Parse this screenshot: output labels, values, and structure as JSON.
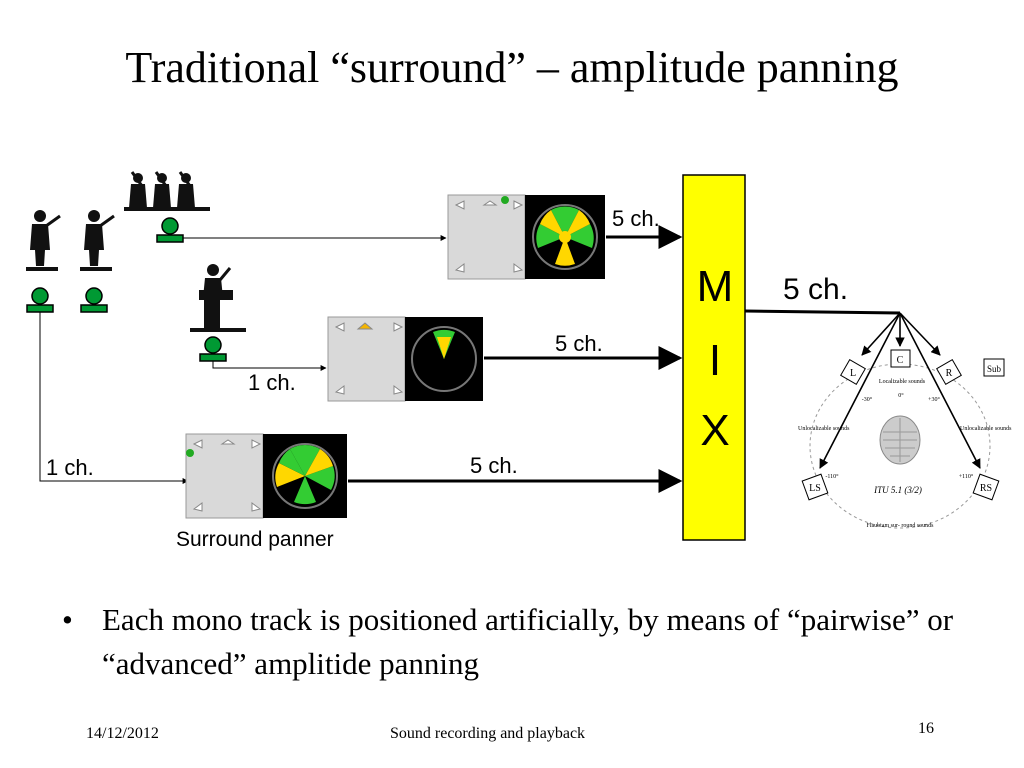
{
  "slide": {
    "title": "Traditional “surround” – amplitude panning",
    "mix_letters": [
      "M",
      "I",
      "X"
    ],
    "labels": {
      "out_top": "5 ch.",
      "out_mid": "5 ch.",
      "out_bottom": "5 ch.",
      "in_mid": "1 ch.",
      "in_bottom": "1 ch.",
      "mix_out": "5 ch.",
      "panner_caption": "Surround panner"
    },
    "speaker_layout": {
      "speakers": [
        "L",
        "C",
        "R",
        "Sub",
        "LS",
        "RS"
      ],
      "texts": {
        "localizable": "Localizable sounds",
        "unlocalizable_left": "Unlocalizable sounds",
        "unlocalizable_right": "Unlocalizable sounds",
        "ambient": "Flaubtam sur- round sounds",
        "caption": "ITU 5.1 (3/2)"
      },
      "angles": {
        "center": "0°",
        "left": "-30°",
        "right": "+30°",
        "left_surround": "-110°",
        "right_surround": "+110°"
      }
    },
    "bullet": "Each mono track is positioned artificially, by means of “pairwise” or “advanced” amplitide panning",
    "footer": {
      "date": "14/12/2012",
      "center": "Sound recording and playback",
      "page": "16"
    },
    "colors": {
      "mix_box": "#ffff00",
      "mic": "#009933",
      "radar_green": "#33cc33",
      "radar_yellow": "#ffd700"
    }
  }
}
